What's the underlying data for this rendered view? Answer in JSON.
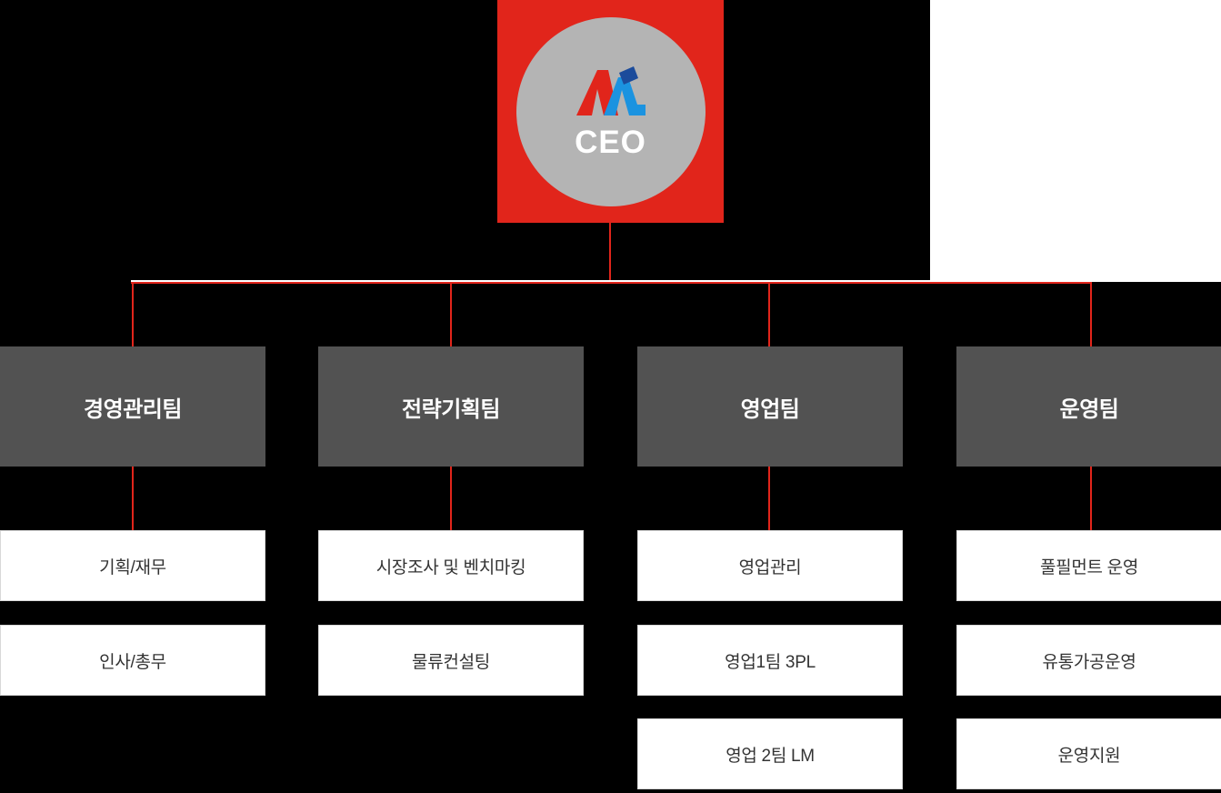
{
  "chart": {
    "type": "org-chart",
    "background_color": "#000000",
    "accent_color": "#e1251b",
    "team_box_color": "#525252",
    "node_box_color": "#ffffff"
  },
  "root": {
    "label": "CEO",
    "badge_color": "#e1251b",
    "circle_color": "#b4b4b4",
    "logo": {
      "name": "company-logo",
      "red_color": "#e1251b",
      "blue_color": "#1b93e0",
      "navy_color": "#1b4b9b"
    }
  },
  "columns": [
    {
      "team": "경영관리팀",
      "units": [
        "기획/재무",
        "인사/총무"
      ]
    },
    {
      "team": "전략기획팀",
      "units": [
        "시장조사 및 벤치마킹",
        "물류컨설팅"
      ]
    },
    {
      "team": "영업팀",
      "units": [
        "영업관리",
        "영업1팀 3PL",
        "영업 2팀 LM"
      ]
    },
    {
      "team": "운영팀",
      "units": [
        "풀필먼트 운영",
        "유통가공운영",
        "운영지원"
      ]
    }
  ]
}
